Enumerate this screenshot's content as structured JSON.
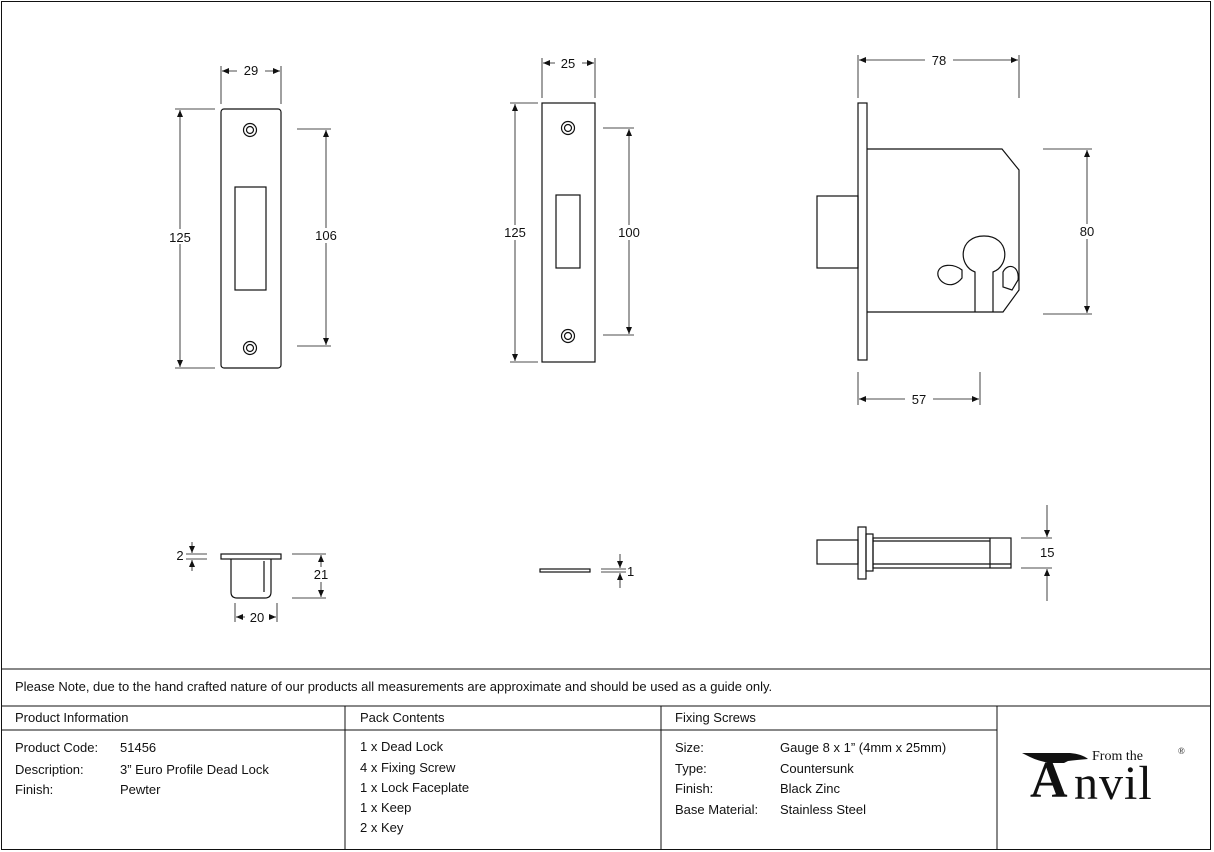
{
  "drawings": {
    "faceplate": {
      "width": "29",
      "height": "125",
      "hole_centres": "106"
    },
    "keep": {
      "width": "25",
      "height": "125",
      "hole_centres": "100"
    },
    "lock_body": {
      "width": "78",
      "height": "80",
      "backset": "57",
      "depth": "15"
    },
    "keep_side": {
      "lip": "2",
      "depth": "21",
      "width": "20"
    },
    "faceplate_side": {
      "thickness": "1"
    }
  },
  "note": "Please Note, due to the hand crafted nature of our products all measurements are approximate and should be used as a guide only.",
  "product_info": {
    "heading": "Product Information",
    "rows": [
      {
        "label": "Product Code:",
        "value": "51456"
      },
      {
        "label": "Description:",
        "value": "3” Euro Profile Dead Lock"
      },
      {
        "label": "Finish:",
        "value": "Pewter"
      }
    ]
  },
  "pack_contents": {
    "heading": "Pack Contents",
    "items": [
      "1 x Dead Lock",
      "4 x Fixing Screw",
      "1 x Lock Faceplate",
      "1 x Keep",
      "2 x Key"
    ]
  },
  "fixing_screws": {
    "heading": "Fixing Screws",
    "rows": [
      {
        "label": "Size:",
        "value": "Gauge 8 x 1” (4mm x 25mm)"
      },
      {
        "label": "Type:",
        "value": "Countersunk"
      },
      {
        "label": "Finish:",
        "value": "Black Zinc"
      },
      {
        "label": "Base Material:",
        "value": "Stainless Steel"
      }
    ]
  },
  "logo": {
    "from": "From the",
    "brand_initial": "A",
    "brand_rest": "nvil",
    "reg": "®"
  }
}
